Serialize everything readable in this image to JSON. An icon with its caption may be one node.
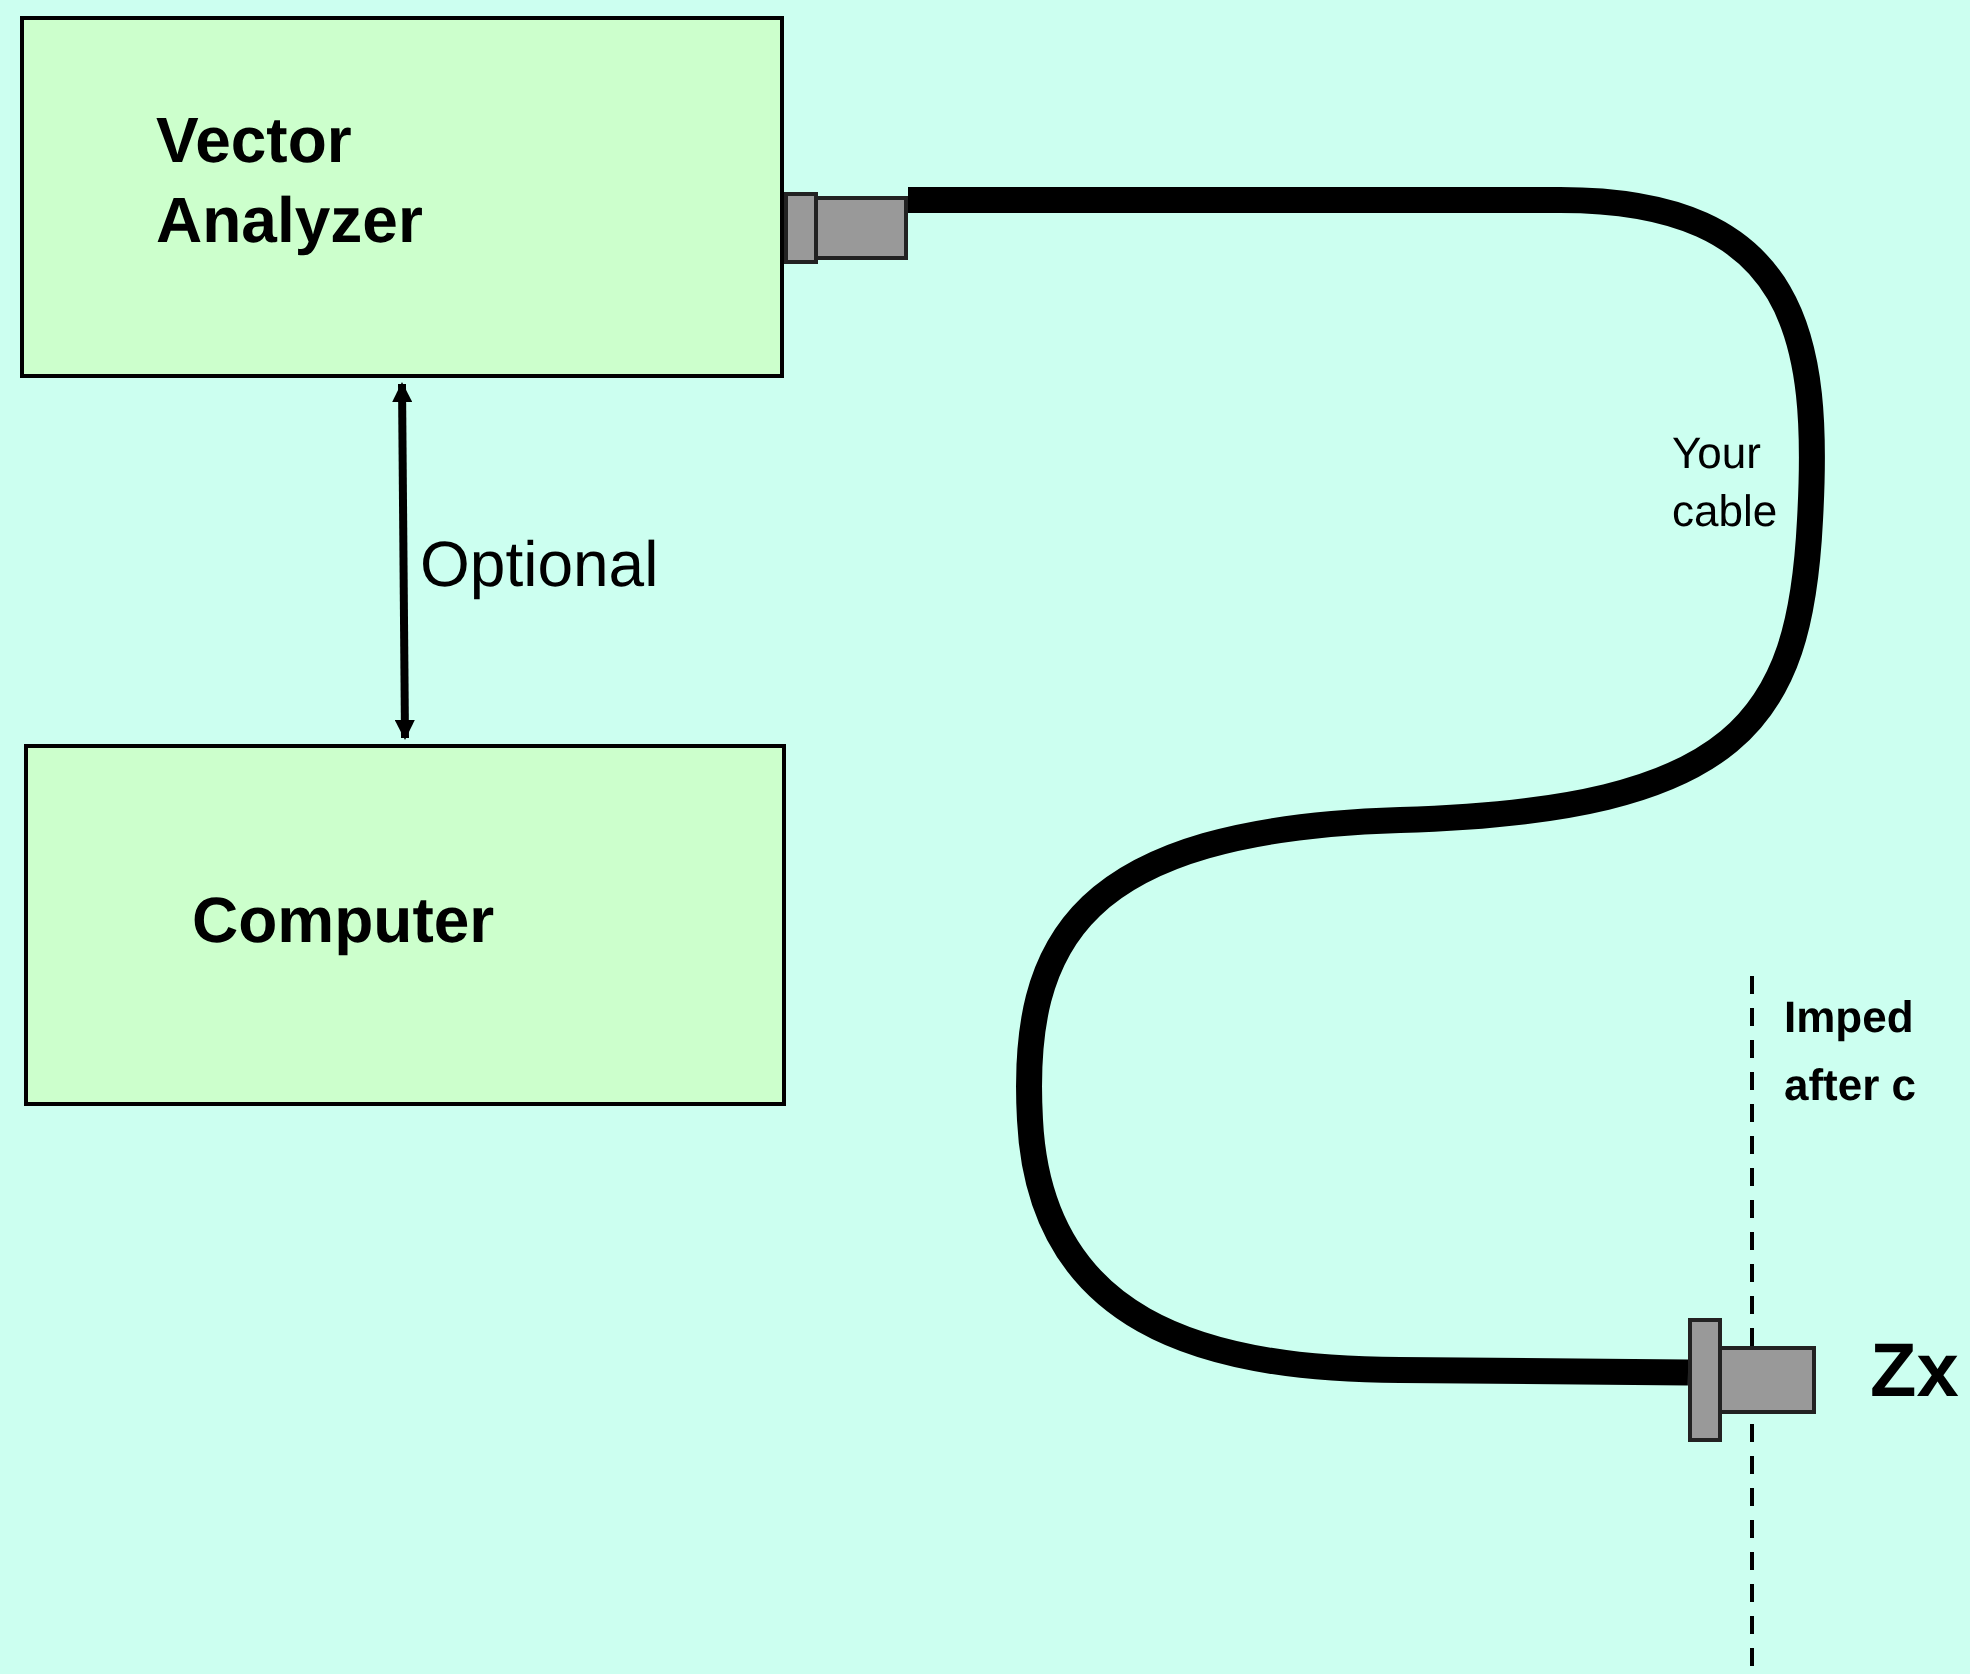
{
  "diagram": {
    "nodes": [
      {
        "text": [
          "Vector Analyzer"
        ]
      },
      {
        "text": [
          "Computer"
        ]
      },
      {
        "text": [],
        "shape": "connector"
      },
      {
        "text": [],
        "shape": "connector",
        "beside": [
          "Zx"
        ]
      }
    ],
    "edges": [
      {
        "from": 0,
        "to": 1,
        "arrow": "both",
        "label": "Optional"
      },
      {
        "from": 2,
        "to": 3,
        "arrow": "none",
        "label": "Your cable",
        "style": "thick"
      }
    ],
    "labels": [
      "Imped after c"
    ]
  }
}
